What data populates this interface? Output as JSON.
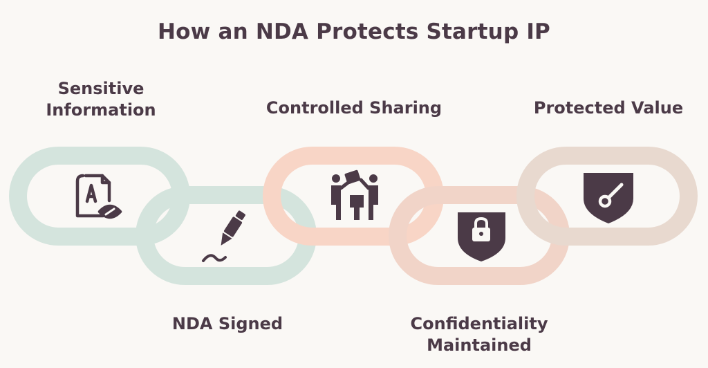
{
  "title": "How an NDA Protects Startup IP",
  "steps": [
    {
      "lines": [
        "Sensitive",
        "Information"
      ],
      "icon": "document-eye-icon",
      "color": "#d4e4dd"
    },
    {
      "lines": [
        "NDA Signed"
      ],
      "icon": "pen-signature-icon",
      "color": "#d4e4dd"
    },
    {
      "lines": [
        "Controlled Sharing"
      ],
      "icon": "people-sharing-icon",
      "color": "#f8d5c6"
    },
    {
      "lines": [
        "Confidentiality",
        "Maintained"
      ],
      "icon": "shield-lock-icon",
      "color": "#f1d4c8"
    },
    {
      "lines": [
        "Protected Value"
      ],
      "icon": "shield-key-icon",
      "color": "#e8d9cf"
    }
  ],
  "colors": {
    "text": "#4b3a47",
    "icon": "#4b3a47",
    "background": "#faf8f5"
  }
}
